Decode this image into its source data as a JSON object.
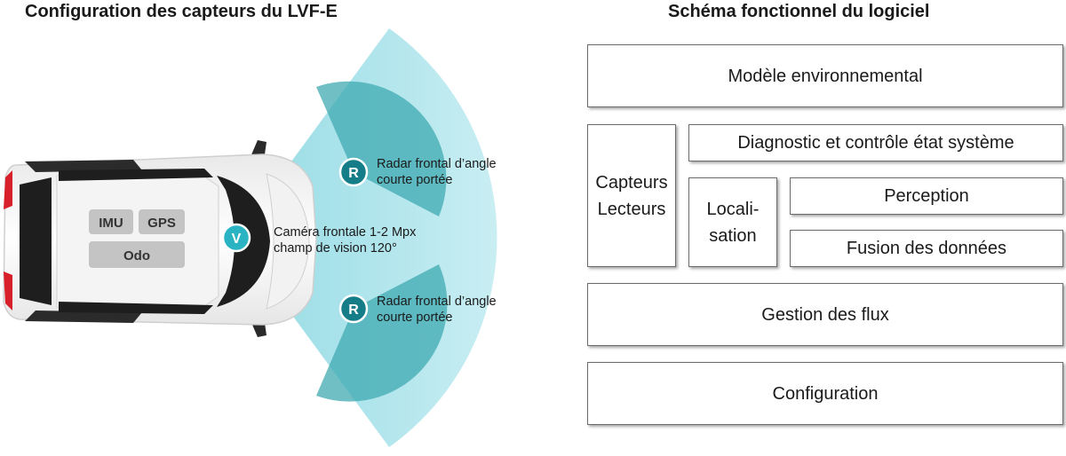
{
  "left_panel": {
    "title": "Configuration des capteurs du LVF-E",
    "vehicle_modules": {
      "imu": "IMU",
      "gps": "GPS",
      "odo": "Odo"
    },
    "sensors": {
      "radar_top": {
        "badge": "R",
        "line1": "Radar frontal d’angle",
        "line2": "courte portée"
      },
      "camera": {
        "badge": "V",
        "line1": "Caméra frontale 1-2 Mpx",
        "line2": "champ de vision 120°"
      },
      "radar_bottom": {
        "badge": "R",
        "line1": "Radar frontal d’angle",
        "line2": "courte portée"
      }
    },
    "colors": {
      "camera_fov": "#bfe9ef",
      "radar_fov": "#3fa9b2",
      "badge": "#157d87",
      "camera_badge": "#29b3c3"
    }
  },
  "right_panel": {
    "title": "Schéma fonctionnel du logiciel",
    "blocks": {
      "modele": "Modèle environnemental",
      "capteurs_line1": "Capteurs",
      "capteurs_line2": "Lecteurs",
      "diagnostic": "Diagnostic et contrôle état système",
      "localisation_line1": "Locali-",
      "localisation_line2": "sation",
      "perception": "Perception",
      "fusion": "Fusion des données",
      "gestion": "Gestion des flux",
      "configuration": "Configuration"
    }
  }
}
